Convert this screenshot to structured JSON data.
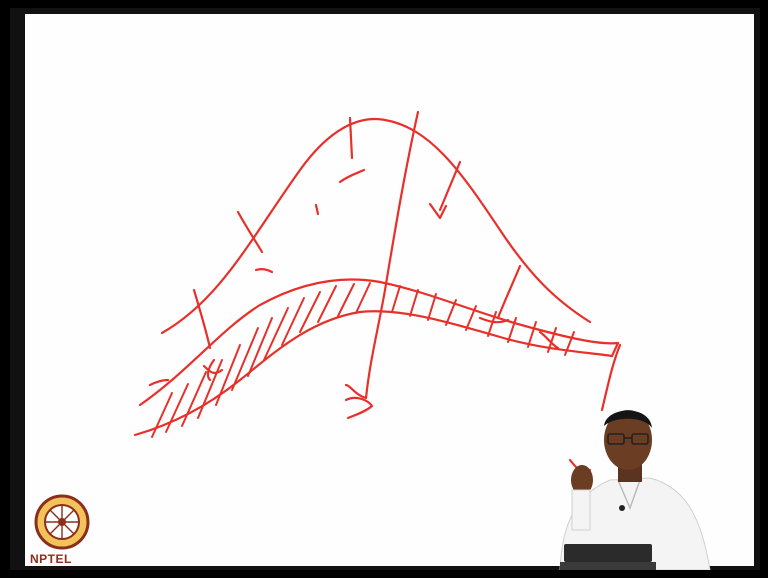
{
  "slide": {
    "board_color": "#fefefe",
    "ink_color": "#e8302a",
    "description_elements": [
      "curve",
      "hatched-band",
      "arrows"
    ]
  },
  "logo": {
    "text": "NPTEL",
    "icon": "nptel-wheel-icon"
  },
  "presenter": {
    "icon": "presenter-figure"
  }
}
